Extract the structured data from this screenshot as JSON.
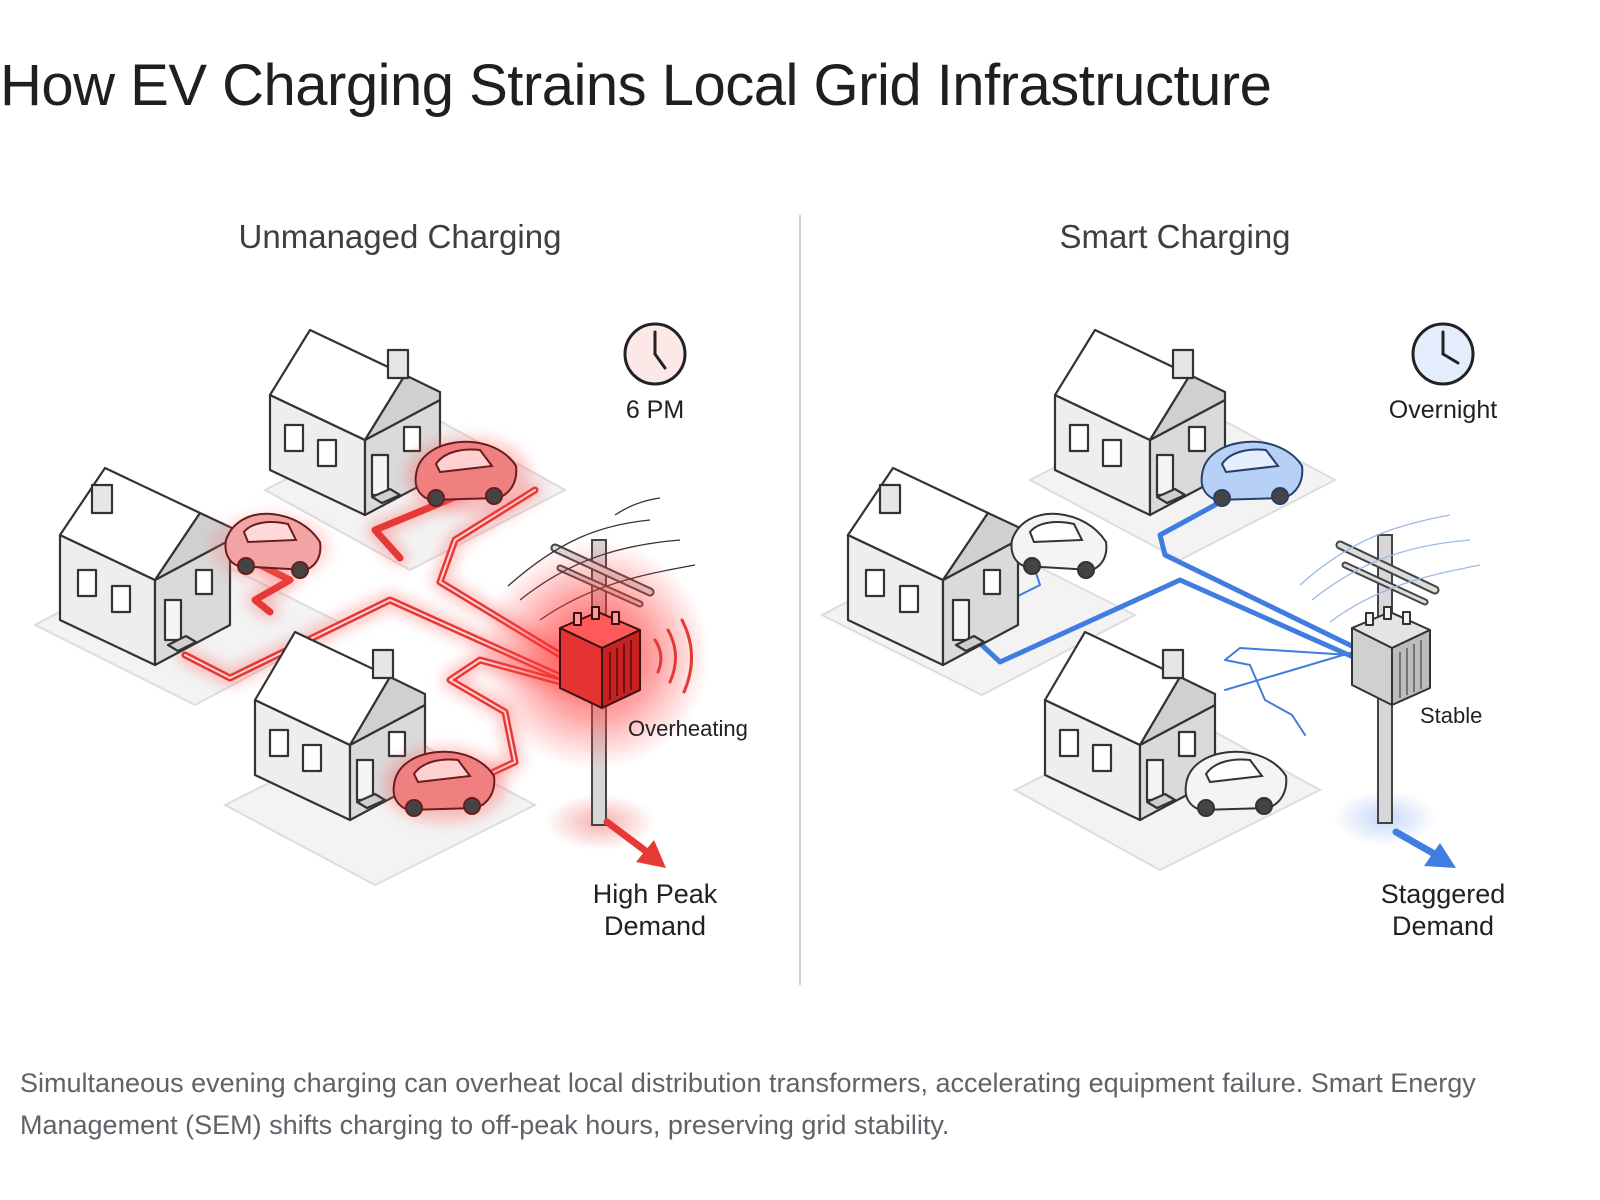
{
  "title": "How EV Charging Strains Local Grid Infrastructure",
  "panels": {
    "unmanaged": {
      "heading": "Unmanaged Charging",
      "time": "6 PM",
      "transformer_status": "Overheating",
      "demand_line1": "High Peak",
      "demand_line2": "Demand",
      "accent_color": "#ee2b2b"
    },
    "smart": {
      "heading": "Smart Charging",
      "time": "Overnight",
      "transformer_status": "Stable",
      "demand_line1": "Staggered",
      "demand_line2": "Demand",
      "accent_color": "#3f7de0"
    }
  },
  "icons": [
    "clock-icon",
    "house-icon",
    "car-icon",
    "utility-pole-icon",
    "transformer-icon",
    "demand-arrow-icon"
  ],
  "caption": "Simultaneous evening charging can overheat local distribution transformers, accelerating equipment failure. Smart Energy Management (SEM) shifts charging to off-peak hours, preserving grid stability."
}
